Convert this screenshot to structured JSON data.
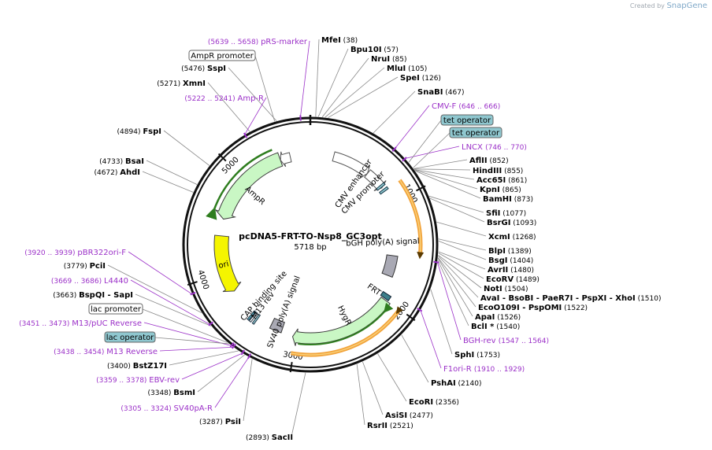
{
  "watermark": {
    "prefix": "Created by",
    "brand": "SnapGene"
  },
  "plasmid": {
    "name": "pcDNA5-FRT-TO-Nsp8_GC3opt",
    "size": "5718 bp",
    "length": 5718
  },
  "colors": {
    "backbone": "#111111",
    "gene": "#c9f7c4",
    "gene_stroke": "#3a3a3a",
    "orf": "#f2a33a",
    "orf_inner": "#f8d07a",
    "primer": "#9b30c8",
    "promoter_fill": "#ffffff",
    "ori": "#f5f500",
    "polyA": "#a9a9b4",
    "operator": "#8fc7cf"
  },
  "ticks": [
    {
      "label": "1000",
      "bp": 1000
    },
    {
      "label": "2000",
      "bp": 2000
    },
    {
      "label": "3000",
      "bp": 3000
    },
    {
      "label": "4000",
      "bp": 4000
    },
    {
      "label": "5000",
      "bp": 5000
    }
  ],
  "features": [
    {
      "label": "CMV enhancer",
      "type": "promoter",
      "start": 235,
      "end": 614
    },
    {
      "label": "CMV promoter",
      "type": "promoter",
      "start": 615,
      "end": 818
    },
    {
      "label": "bGH poly(A) signal",
      "type": "terminator",
      "start": 1550,
      "end": 1774
    },
    {
      "label": "FRT",
      "type": "misc",
      "start": 1950,
      "end": 1997
    },
    {
      "label": "HygR",
      "type": "gene",
      "start": 2010,
      "end": 3032
    },
    {
      "label": "SV40 poly(A) signal",
      "type": "terminator",
      "start": 3150,
      "end": 3271
    },
    {
      "label": "M13 rev",
      "type": "primer_bind",
      "start": 3437,
      "end": 3453
    },
    {
      "label": "CAP binding site",
      "type": "misc",
      "start": 3482,
      "end": 3503
    },
    {
      "label": "ori",
      "type": "rep_origin",
      "start": 3790,
      "end": 4378
    },
    {
      "label": "AmpR",
      "type": "gene",
      "start": 4549,
      "end": 5409
    },
    {
      "label": "AmpR promoter",
      "type": "promoter",
      "start": 5410,
      "end": 5514
    }
  ],
  "boxed_labels": [
    {
      "text": "AmpR promoter",
      "style": "plain"
    },
    {
      "text": "tet operator",
      "style": "operator"
    },
    {
      "text": "tet operator",
      "style": "operator"
    },
    {
      "text": "lac promoter",
      "style": "plain"
    },
    {
      "text": "lac operator",
      "style": "operator"
    }
  ],
  "enzymes_right": [
    {
      "name": "MfeI",
      "pos": "(38)"
    },
    {
      "name": "Bpu10I",
      "pos": "(57)"
    },
    {
      "name": "NruI",
      "pos": "(85)"
    },
    {
      "name": "MluI",
      "pos": "(105)"
    },
    {
      "name": "SpeI",
      "pos": "(126)"
    },
    {
      "name": "SnaBI",
      "pos": "(467)"
    },
    {
      "name": "AflII",
      "pos": "(852)"
    },
    {
      "name": "HindIII",
      "pos": "(855)"
    },
    {
      "name": "Acc65I",
      "pos": "(861)"
    },
    {
      "name": "KpnI",
      "pos": "(865)"
    },
    {
      "name": "BamHI",
      "pos": "(873)"
    },
    {
      "name": "SfiI",
      "pos": "(1077)"
    },
    {
      "name": "BsrGI",
      "pos": "(1093)"
    },
    {
      "name": "XcmI",
      "pos": "(1268)"
    },
    {
      "name": "BlpI",
      "pos": "(1389)"
    },
    {
      "name": "BsgI",
      "pos": "(1404)"
    },
    {
      "name": "AvrII",
      "pos": "(1480)"
    },
    {
      "name": "EcoRV",
      "pos": "(1489)"
    },
    {
      "name": "NotI",
      "pos": "(1504)"
    },
    {
      "name": "AvaI - BsoBI - PaeR7I - PspXI - XhoI",
      "pos": "(1510)"
    },
    {
      "name": "EcoO109I - PspOMI",
      "pos": "(1522)"
    },
    {
      "name": "ApaI",
      "pos": "(1526)"
    },
    {
      "name": "BclI *",
      "pos": "(1540)"
    },
    {
      "name": "SphI",
      "pos": "(1753)"
    },
    {
      "name": "PshAI",
      "pos": "(2140)"
    },
    {
      "name": "EcoRI",
      "pos": "(2356)"
    },
    {
      "name": "AsiSI",
      "pos": "(2477)"
    },
    {
      "name": "RsrII",
      "pos": "(2521)"
    },
    {
      "name": "SacII",
      "pos": "(2893)"
    }
  ],
  "enzymes_left": [
    {
      "name": "PsiI",
      "pos": "(3287)"
    },
    {
      "name": "BsmI",
      "pos": "(3348)"
    },
    {
      "name": "BstZ17I",
      "pos": "(3400)"
    },
    {
      "name": "BspQI - SapI",
      "pos": "(3663)"
    },
    {
      "name": "PciI",
      "pos": "(3779)"
    },
    {
      "name": "AhdI",
      "pos": "(4672)"
    },
    {
      "name": "BsaI",
      "pos": "(4733)"
    },
    {
      "name": "FspI",
      "pos": "(4894)"
    },
    {
      "name": "XmnI",
      "pos": "(5271)"
    },
    {
      "name": "SspI",
      "pos": "(5476)"
    }
  ],
  "primers": [
    {
      "name": "pRS-marker",
      "pos": "(5639 .. 5658)"
    },
    {
      "name": "Amp-R",
      "pos": "(5222 .. 5241)"
    },
    {
      "name": "CMV-F",
      "pos": "(646 .. 666)"
    },
    {
      "name": "LNCX",
      "pos": "(746 .. 770)"
    },
    {
      "name": "BGH-rev",
      "pos": "(1547 .. 1564)"
    },
    {
      "name": "F1ori-R",
      "pos": "(1910 .. 1929)"
    },
    {
      "name": "pBR322ori-F",
      "pos": "(3920 .. 3939)"
    },
    {
      "name": "L4440",
      "pos": "(3669 .. 3686)"
    },
    {
      "name": "M13/pUC Reverse",
      "pos": "(3451 .. 3473)"
    },
    {
      "name": "M13 Reverse",
      "pos": "(3438 .. 3454)"
    },
    {
      "name": "EBV-rev",
      "pos": "(3359 .. 3378)"
    },
    {
      "name": "SV40pA-R",
      "pos": "(3305 .. 3324)"
    }
  ]
}
